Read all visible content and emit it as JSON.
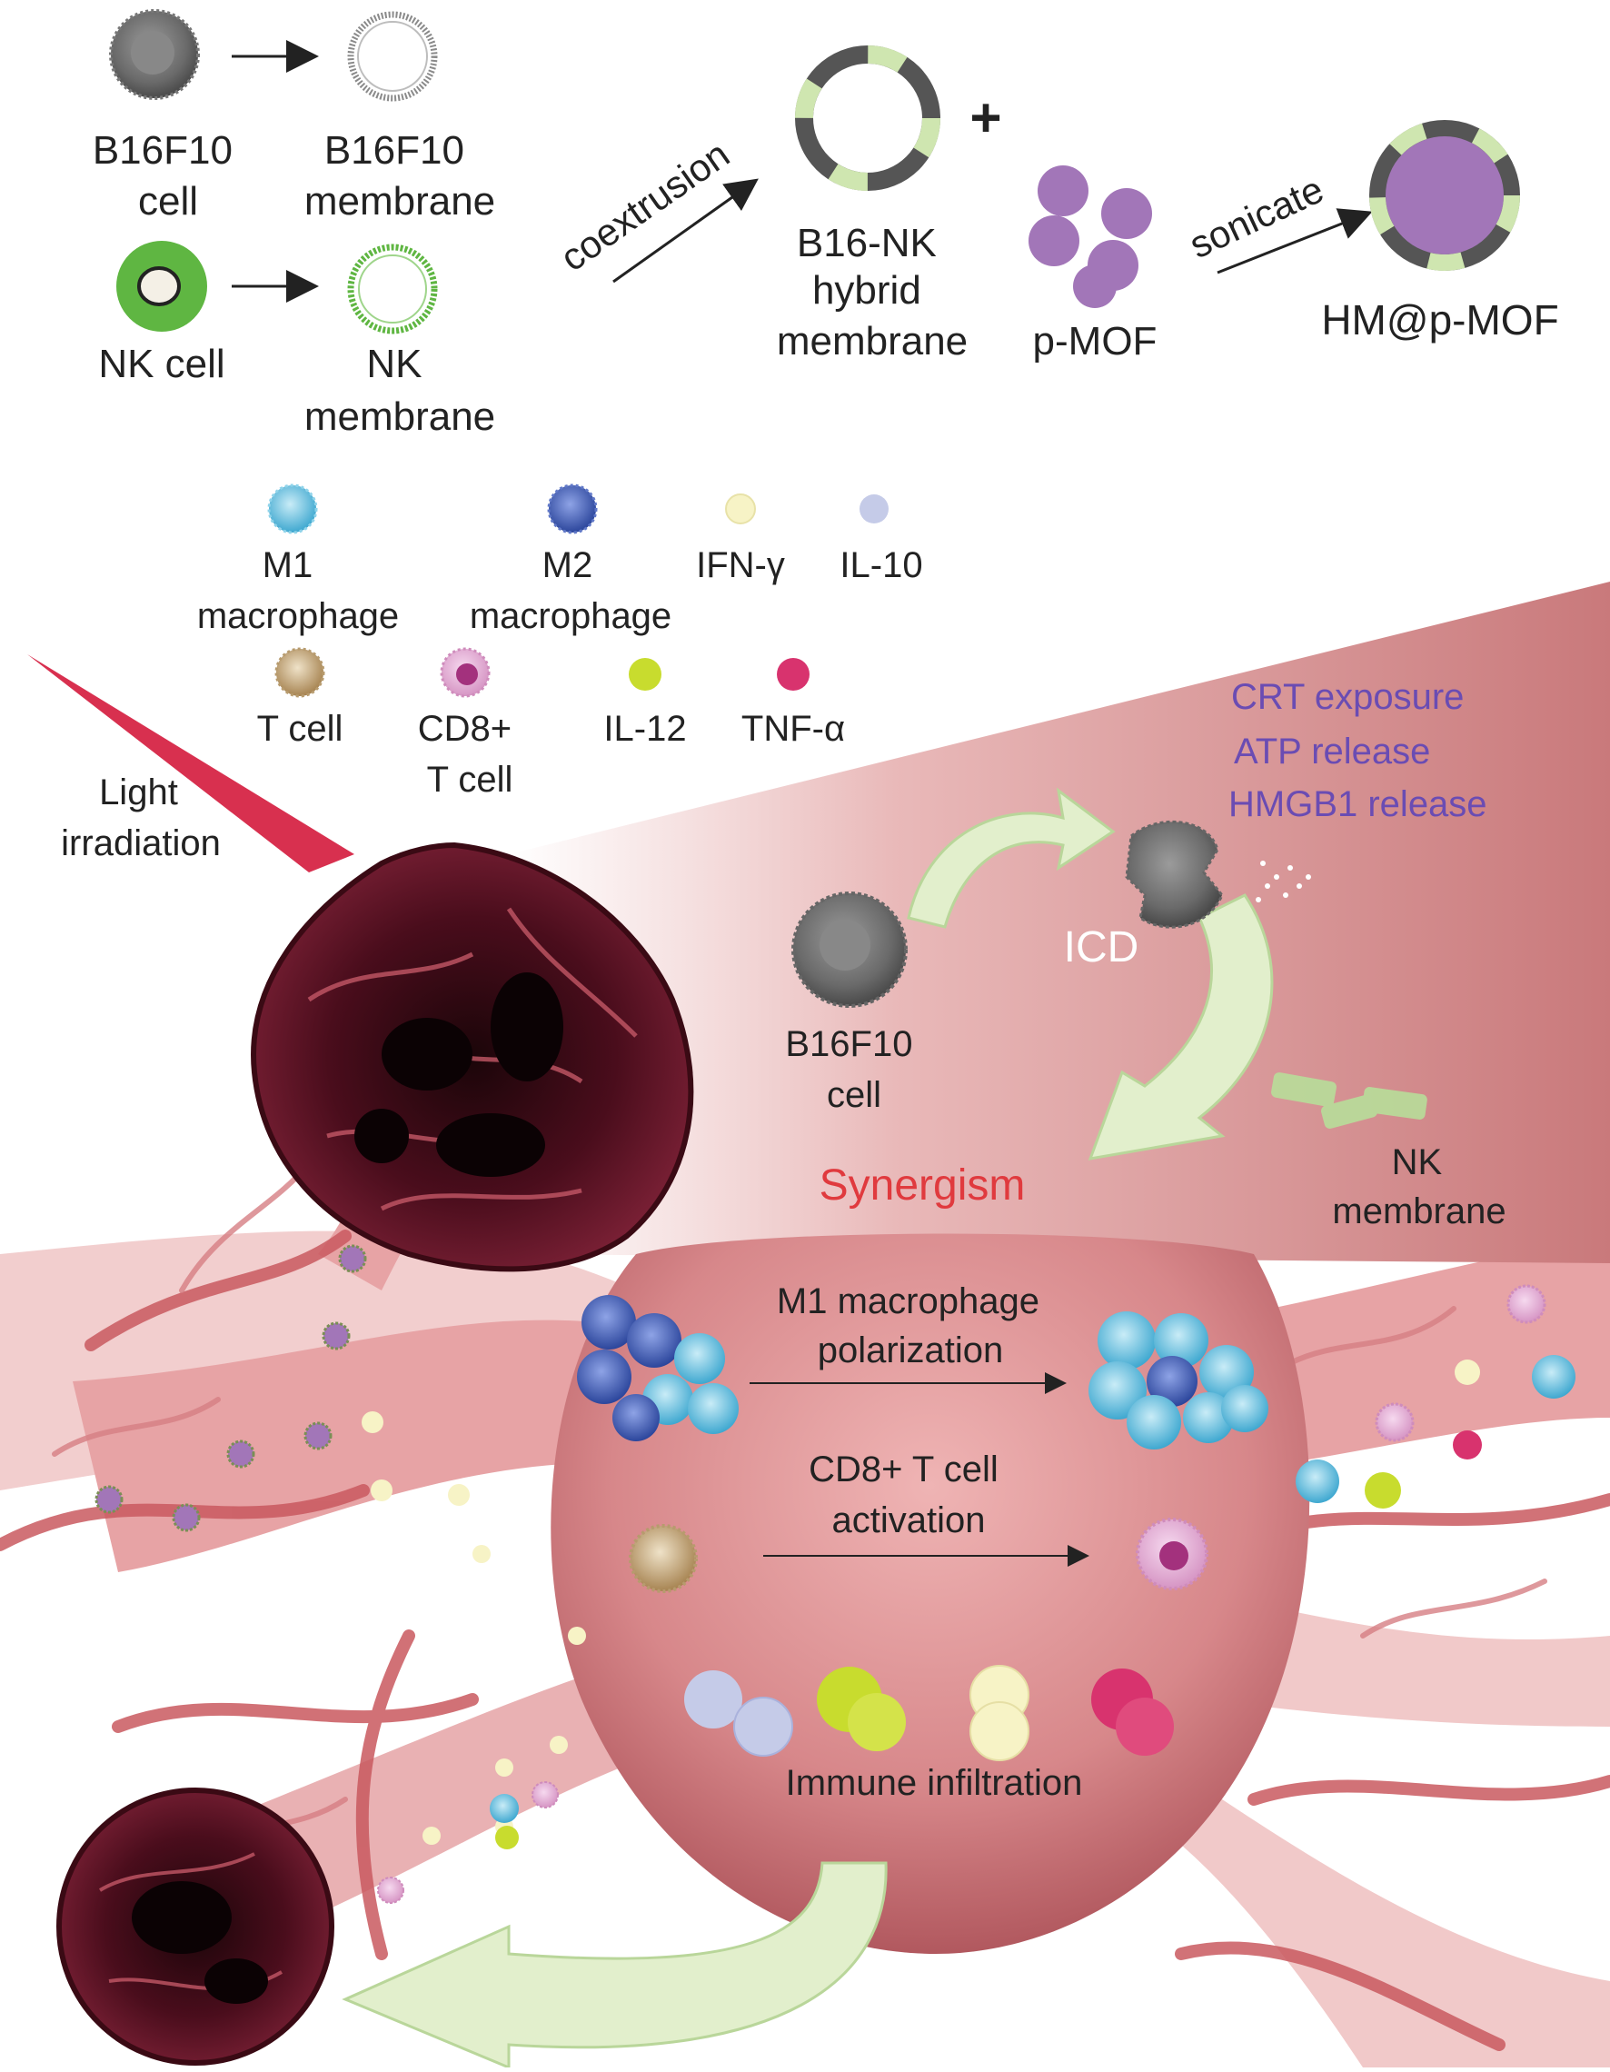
{
  "synthesis": {
    "b16f10_cell": [
      "B16F10",
      "cell"
    ],
    "b16f10_membrane": [
      "B16F10",
      "membrane"
    ],
    "nk_cell": "NK cell",
    "nk_membrane": [
      "NK",
      "membrane"
    ],
    "coextrusion": "coextrusion",
    "hybrid_membrane": [
      "B16-NK",
      "hybrid",
      "membrane"
    ],
    "plus": "+",
    "pmof": "p-MOF",
    "sonicate": "sonicate",
    "product": "HM@p-MOF"
  },
  "legend": {
    "m1": [
      "M1",
      "macrophage"
    ],
    "m2": [
      "M2",
      "macrophage"
    ],
    "ifn": "IFN-γ",
    "il10": "IL-10",
    "tcell": "T cell",
    "cd8": [
      "CD8+",
      "T cell"
    ],
    "il12": "IL-12",
    "tnf": "TNF-α"
  },
  "tumor": {
    "light": [
      "Light",
      "irradiation"
    ],
    "icd_markers": [
      "CRT exposure",
      "ATP release",
      "HMGB1 release"
    ],
    "icd": "ICD",
    "b16f10": [
      "B16F10",
      "cell"
    ],
    "nk_membrane": [
      "NK",
      "membrane"
    ],
    "synergism": "Synergism"
  },
  "immune": {
    "m1_polarization": [
      "M1 macrophage",
      "polarization"
    ],
    "cd8_activation": [
      "CD8+ T cell",
      "activation"
    ],
    "infiltration": "Immune infiltration"
  },
  "colors": {
    "nk_green": "#5fb642",
    "light_green": "#cfe6b0",
    "membrane_dark": "#555555",
    "mof_purple": "#a276b8",
    "m1_blue": "#56b7d8",
    "m2_blue": "#3a57b0",
    "ifn": "#f7f3c6",
    "il10": "#c5cbe8",
    "il12": "#c8dc2e",
    "tnf": "#d8336e",
    "icd_text": "#6a4cb3",
    "synergism_text": "#e03a3e",
    "tissue": "#c46a6f",
    "tumor": "#6d1a2e"
  }
}
